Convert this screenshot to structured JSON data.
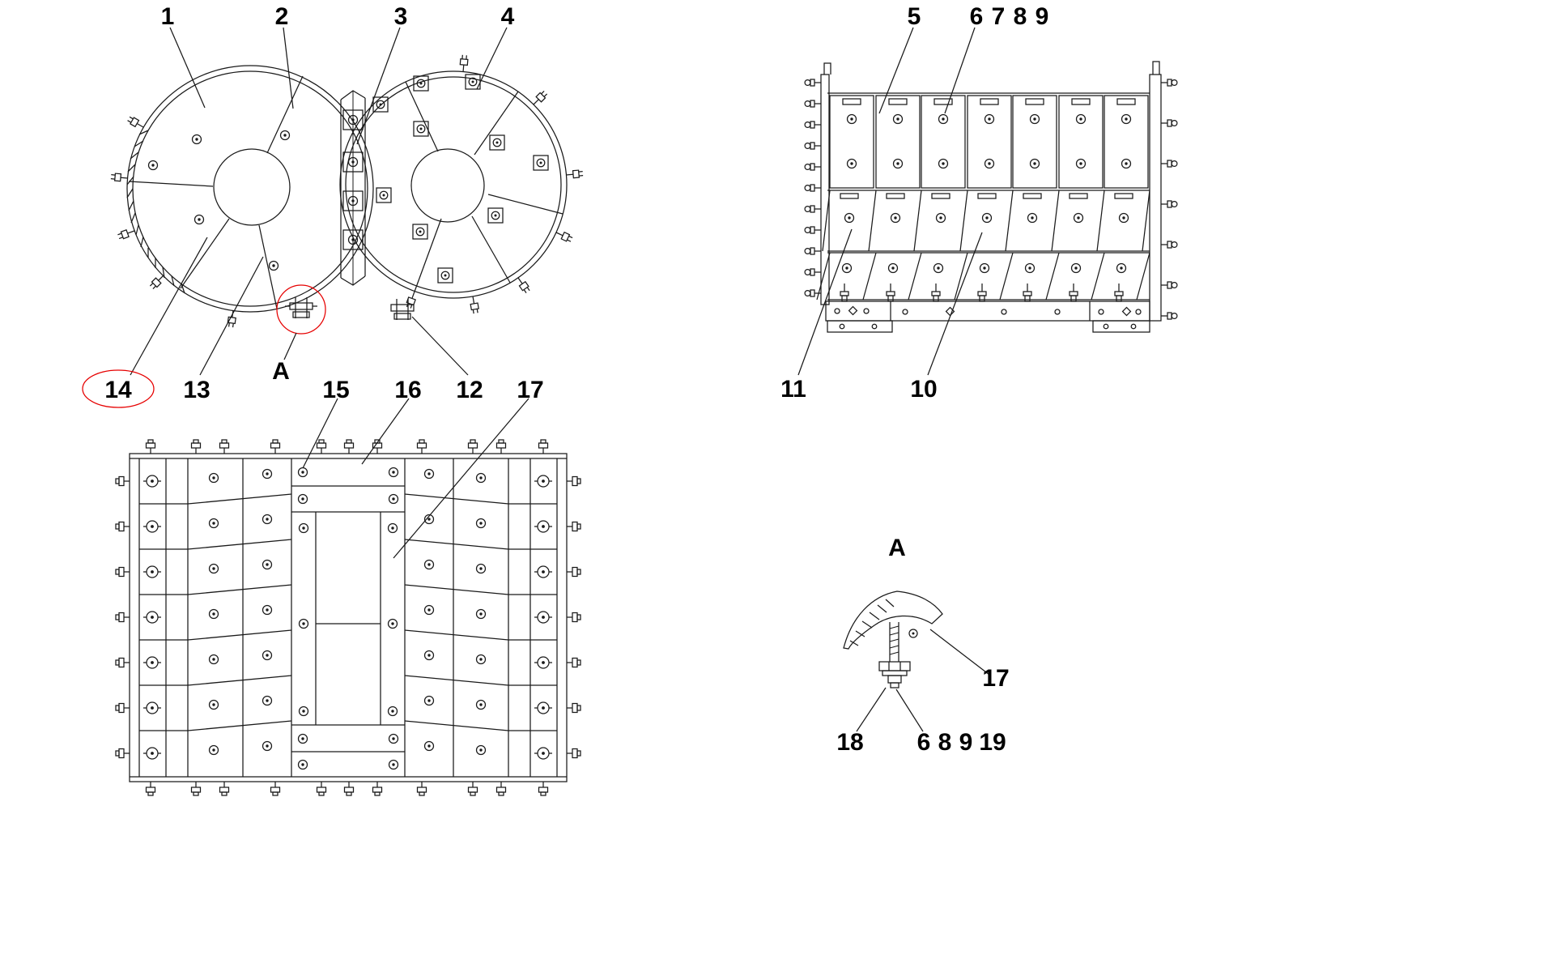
{
  "meta": {
    "drawing_type": "exploded parts diagram",
    "detail_marker": "A"
  },
  "colors": {
    "line": "#1a1a1a",
    "leader": "#e60000",
    "highlight": "#e60000",
    "background": "#ffffff"
  },
  "highlighted_callout": "14",
  "callouts": [
    {
      "view": "end",
      "label": "1"
    },
    {
      "view": "end",
      "label": "2"
    },
    {
      "view": "end",
      "label": "3"
    },
    {
      "view": "end",
      "label": "4"
    },
    {
      "view": "end",
      "label": "14",
      "circled": true
    },
    {
      "view": "end",
      "label": "13"
    },
    {
      "view": "end",
      "label": "A"
    },
    {
      "view": "plan",
      "label": "15"
    },
    {
      "view": "plan",
      "label": "16"
    },
    {
      "view": "end",
      "label": "12"
    },
    {
      "view": "plan",
      "label": "17"
    },
    {
      "view": "side",
      "label": "5"
    },
    {
      "view": "side",
      "label": "6"
    },
    {
      "view": "side",
      "label": "7"
    },
    {
      "view": "side",
      "label": "8"
    },
    {
      "view": "side",
      "label": "9"
    },
    {
      "view": "side",
      "label": "11"
    },
    {
      "view": "side",
      "label": "10"
    },
    {
      "view": "detail",
      "label": "A"
    },
    {
      "view": "detail",
      "label": "17"
    },
    {
      "view": "detail",
      "label": "18"
    },
    {
      "view": "detail",
      "label": "6"
    },
    {
      "view": "detail",
      "label": "8"
    },
    {
      "view": "detail",
      "label": "9"
    },
    {
      "view": "detail",
      "label": "19"
    }
  ]
}
